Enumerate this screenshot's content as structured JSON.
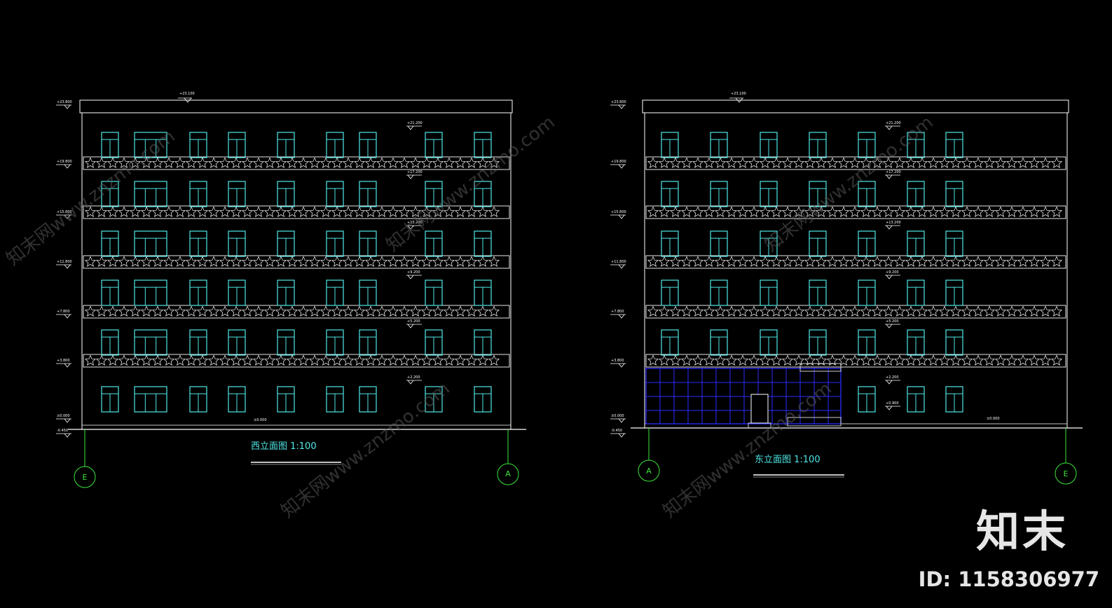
{
  "colors": {
    "background": "#000000",
    "outline": "#ffffff",
    "window": "#4fe8e8",
    "axis": "#3ce63c",
    "title": "#4fe8e8",
    "curtain_wall": "#2a2cff",
    "watermark": "#5a5a5a"
  },
  "watermarks": [
    "知末网www.znzmo.com"
  ],
  "brand": {
    "logo": "知末",
    "id": "ID: 1158306977"
  },
  "drawings": [
    {
      "id": "west",
      "title": "西立面图 1:100",
      "top_elevation": "+23.100",
      "axes": [
        "E",
        "A"
      ],
      "left_levels": [
        "+23.800",
        "+19.800",
        "+15.800",
        "+11.800",
        "+7.800",
        "+3.800",
        "±0.000",
        "-0.450"
      ],
      "right_levels": [
        "+21.200",
        "+17.200",
        "+13.200",
        "+9.200",
        "+5.200",
        "+2.200"
      ],
      "base_level": "±0.000"
    },
    {
      "id": "east",
      "title": "东立面图 1:100",
      "top_elevation": "+23.100",
      "axes": [
        "A",
        "E"
      ],
      "left_levels": [
        "+23.800",
        "+19.800",
        "+15.800",
        "+11.800",
        "+7.800",
        "+3.800",
        "±0.000",
        "-0.450"
      ],
      "right_levels": [
        "+21.200",
        "+17.200",
        "+13.200",
        "+9.200",
        "+5.200",
        "+2.200",
        "+0.900"
      ],
      "base_level": "±0.000"
    }
  ]
}
